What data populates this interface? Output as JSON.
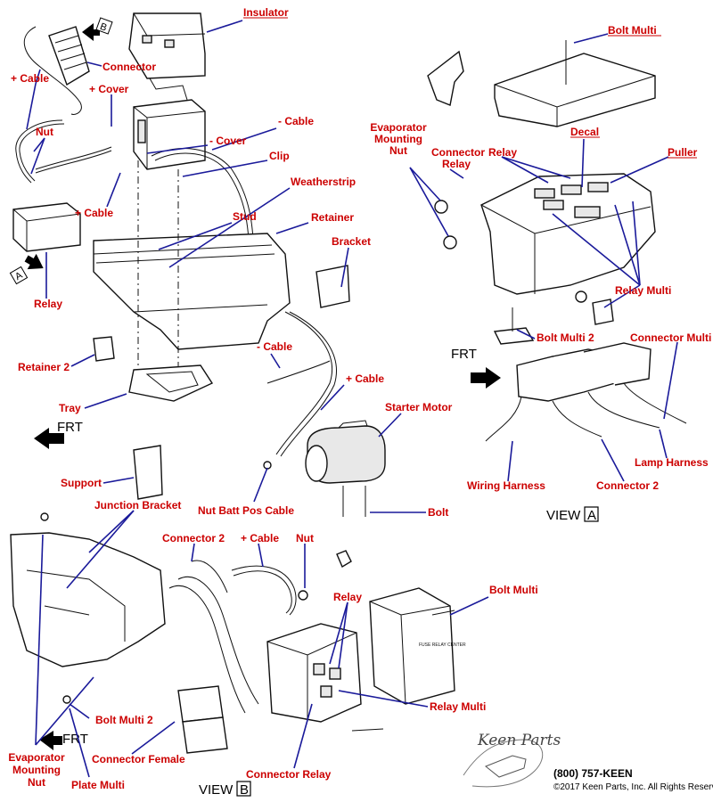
{
  "labels": {
    "insulator": "Insulator",
    "b_marker": "B",
    "connector": "Connector",
    "plus_cable_top": "+ Cable",
    "plus_cover": "+ Cover",
    "minus_cable_top": "- Cable",
    "nut_left": "Nut",
    "minus_cover": "- Cover",
    "clip": "Clip",
    "plus_cable_mid": "+ Cable",
    "weatherstrip": "Weatherstrip",
    "stud": "Stud",
    "retainer": "Retainer",
    "bracket": "Bracket",
    "a_marker": "A",
    "relay_left": "Relay",
    "minus_cable_mid": "- Cable",
    "retainer_2": "Retainer 2",
    "plus_cable_starter": "+ Cable",
    "tray": "Tray",
    "starter_motor": "Starter Motor",
    "support": "Support",
    "nut_batt_pos_cable": "Nut Batt Pos Cable",
    "bolt_starter": "Bolt",
    "bolt_multi_top": "Bolt Multi",
    "evaporator_mounting_nut_top": "Evaporator Mounting Nut",
    "connector_relay_top": "Connector Relay",
    "relay_top": "Relay",
    "decal": "Decal",
    "puller": "Puller",
    "relay_multi_top": "Relay Multi",
    "bolt_multi_2_top": "Bolt Multi 2",
    "connector_multi": "Connector Multi",
    "lamp_harness": "Lamp Harness",
    "wiring_harness": "Wiring Harness",
    "connector_2_top": "Connector 2",
    "view_a": "VIEW",
    "view_a_letter": "A",
    "junction_bracket": "Junction Bracket",
    "connector_2_bottom": "Connector 2",
    "plus_cable_bottom": "+ Cable",
    "nut_bottom": "Nut",
    "relay_bottom": "Relay",
    "bolt_multi_bottom": "Bolt Multi",
    "bolt_multi_2_bottom": "Bolt Multi 2",
    "relay_multi_bottom": "Relay Multi",
    "evaporator_mounting_nut_bottom": "Evaporator Mounting Nut",
    "plate_multi": "Plate Multi",
    "connector_female": "Connector Female",
    "connector_relay_bottom": "Connector Relay",
    "view_b": "VIEW",
    "view_b_letter": "B"
  },
  "frt_markers": [
    "FRT",
    "FRT",
    "FRT"
  ],
  "fuse_block_text": "FUSE RELAY CENTER",
  "footer": {
    "logo": "Keen Parts",
    "phone": "(800) 757-KEEN",
    "copyright": "©2017 Keen Parts, Inc. All Rights Reserved"
  },
  "colors": {
    "label": "#cc0000",
    "leader": "#1a1a9a",
    "line_art": "#111111"
  }
}
